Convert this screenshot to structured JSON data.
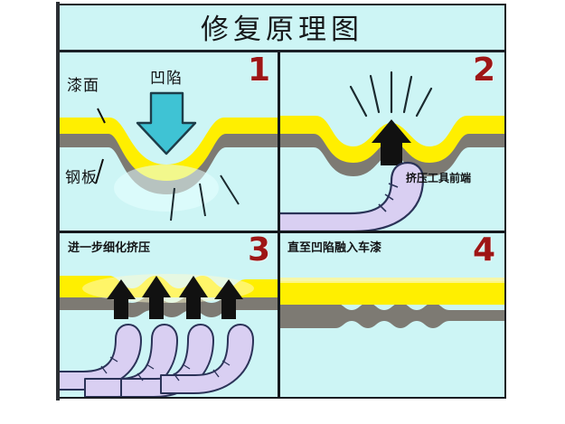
{
  "figure": {
    "title": "修复原理图",
    "background_color": "#cdf5f5",
    "border_color": "#191d22",
    "paint_layer_color": "#ffef00",
    "steel_layer_color": "#7d7a73",
    "tool_color": "#d9cff2",
    "tool_outline_color": "#2b3358",
    "arrow_down_color": "#3fc3d4",
    "arrow_up_color": "#111111",
    "number_color": "#9e1616"
  },
  "panels": [
    {
      "number": "1",
      "caption": "",
      "labels": [
        {
          "text": "漆面",
          "name": "paint-surface-label"
        },
        {
          "text": "凹陷",
          "name": "dent-label"
        },
        {
          "text": "钢板",
          "name": "steel-plate-label"
        }
      ]
    },
    {
      "number": "2",
      "caption": "",
      "labels": [
        {
          "text": "挤压工具前端",
          "name": "tool-tip-label"
        }
      ]
    },
    {
      "number": "3",
      "caption": "进一步细化挤压",
      "labels": []
    },
    {
      "number": "4",
      "caption": "直至凹陷融入车漆",
      "labels": []
    }
  ]
}
